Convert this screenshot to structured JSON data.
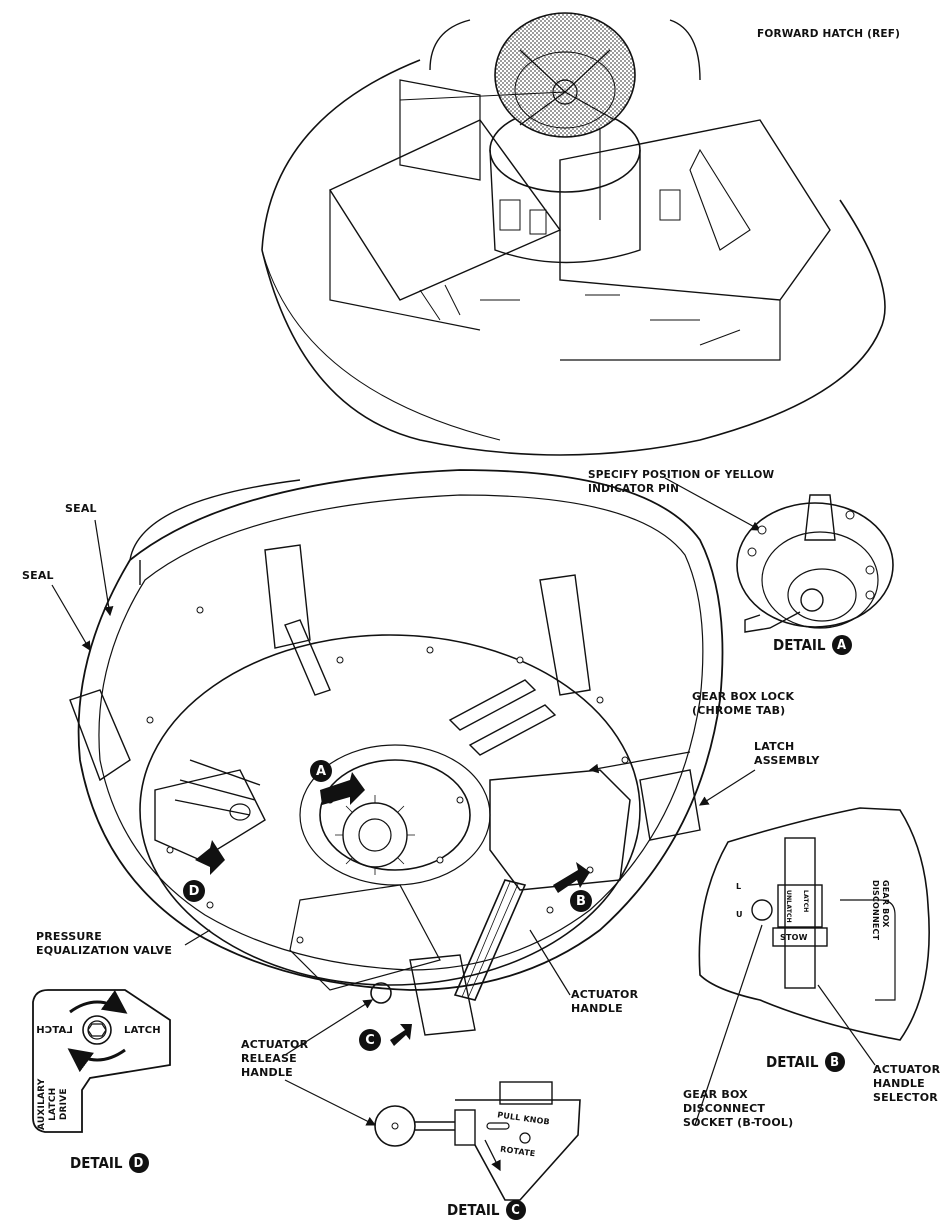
{
  "diagram": {
    "title_ref": "FORWARD HATCH (REF)",
    "labels": {
      "seal_1": "SEAL",
      "seal_2": "SEAL",
      "pressure_valve": "PRESSURE\nEQUALIZATION VALVE",
      "gear_box_lock": "GEAR BOX LOCK\n(CHROME TAB)",
      "latch_assembly": "LATCH\nASSEMBLY",
      "actuator_handle": "ACTUATOR\nHANDLE",
      "actuator_release_handle": "ACTUATOR\nRELEASE\nHANDLE",
      "specify_position": "SPECIFY POSITION OF YELLOW\nINDICATOR PIN",
      "gear_box_disconnect_socket": "GEAR BOX\nDISCONNECT\nSOCKET (B-TOOL)",
      "actuator_handle_selector": "ACTUATOR\nHANDLE\nSELECTOR"
    },
    "callouts": [
      "A",
      "B",
      "C",
      "D"
    ],
    "details": [
      {
        "word": "DETAIL",
        "letter": "A"
      },
      {
        "word": "DETAIL",
        "letter": "B"
      },
      {
        "word": "DETAIL",
        "letter": "C"
      },
      {
        "word": "DETAIL",
        "letter": "D"
      }
    ],
    "detail_b_text": {
      "gear_box_disconnect": "GEAR BOX\nDISCONNECT",
      "stow": "STOW",
      "unlatch": "UNLATCH",
      "latch": "LATCH",
      "l_mark": "L",
      "u_mark": "U"
    },
    "detail_c_text": {
      "pull_knob": "PULL KNOB",
      "rotate": "ROTATE"
    },
    "detail_d_text": {
      "latch_left": "LATCH",
      "latch_right": "LATCH",
      "auxilary": "AUXILARY\nLATCH\nDRIVE"
    }
  }
}
